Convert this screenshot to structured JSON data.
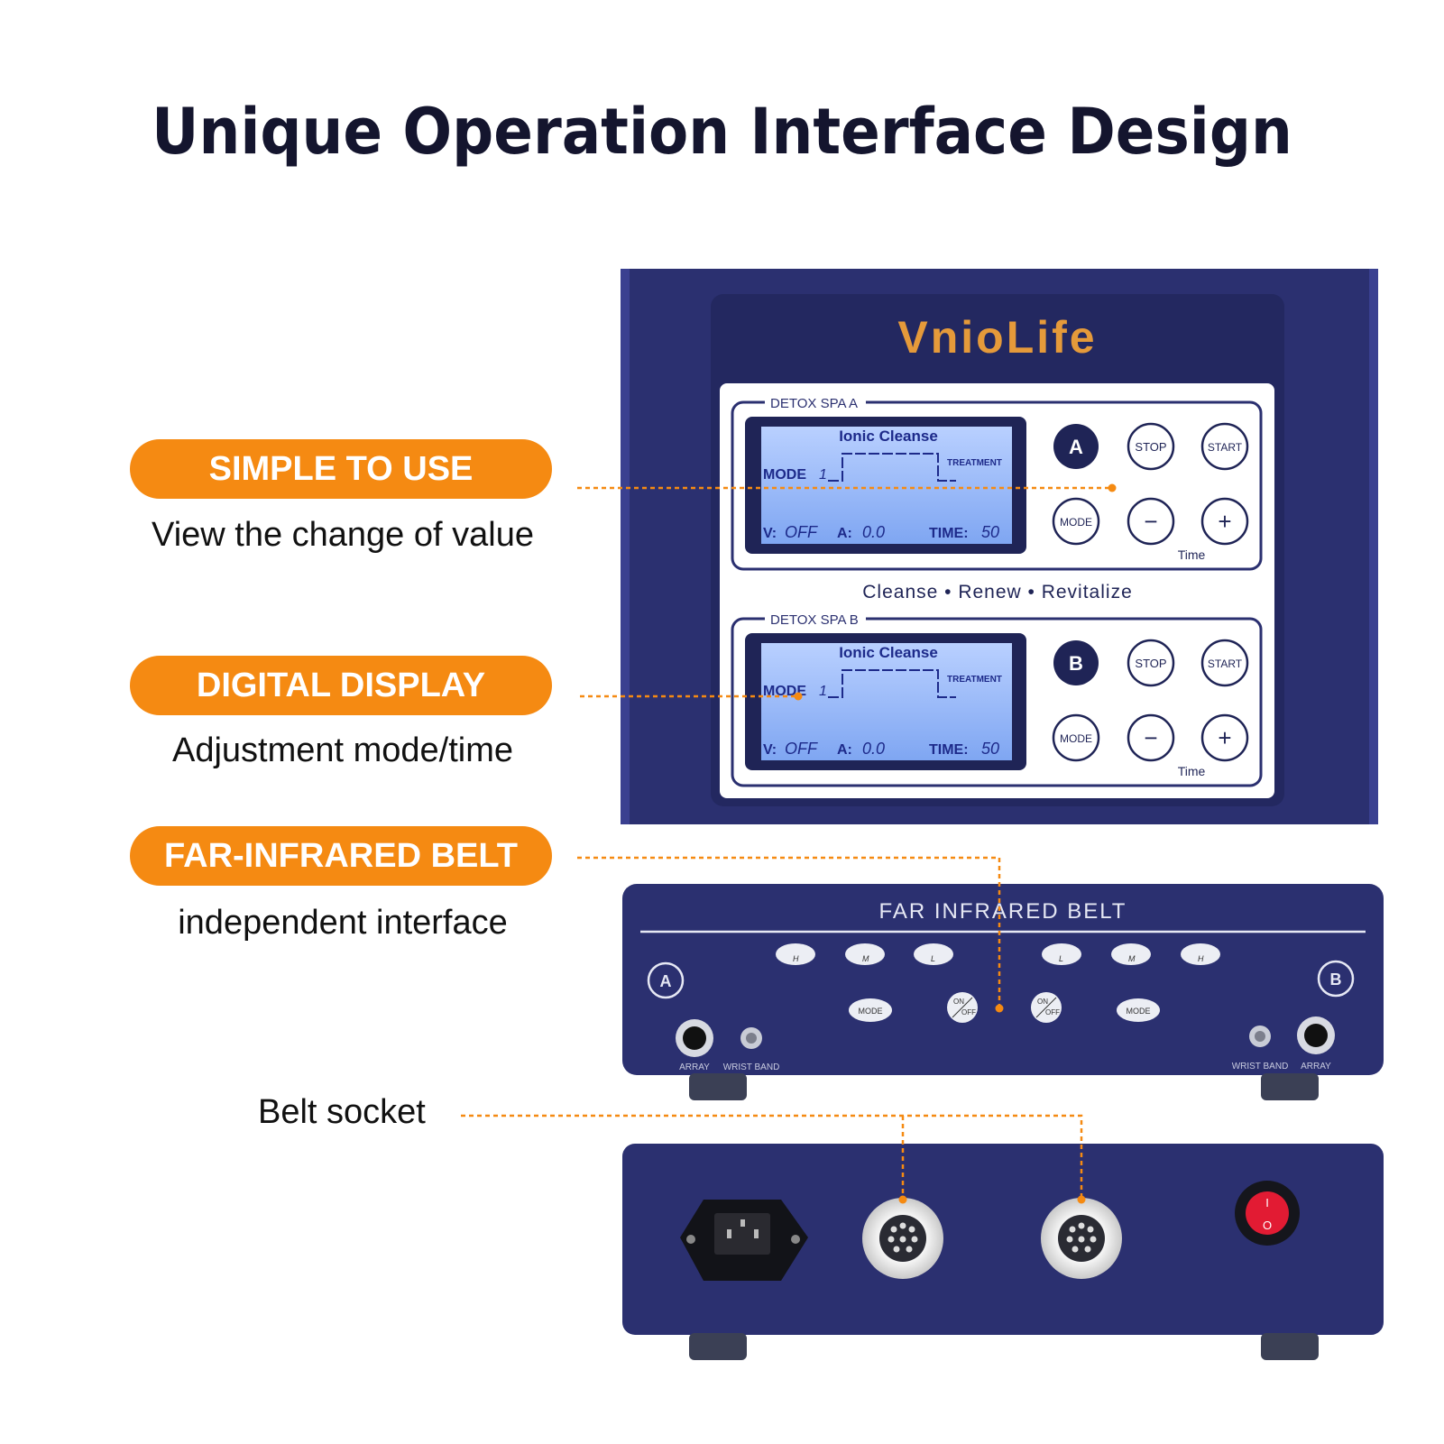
{
  "title": "Unique Operation Interface Design",
  "features": [
    {
      "label": "SIMPLE TO USE",
      "desc": "View the change of value"
    },
    {
      "label": "DIGITAL DISPLAY",
      "desc": "Adjustment mode/time"
    },
    {
      "label": "FAR-INFRARED BELT",
      "desc": "independent interface"
    }
  ],
  "belt_socket_label": "Belt socket",
  "accent_color": "#f58a12",
  "device_color": "#2a2f6e",
  "front_panel": {
    "brand": "VnioLife",
    "tagline": "Cleanse • Renew • Revitalize",
    "spa_a": {
      "label": "DETOX SPA A",
      "lcd_title": "Ionic Cleanse",
      "mode_label": "MODE",
      "mode_value": "1",
      "treatment": "TREATMENT",
      "v_label": "V:",
      "v_value": "OFF",
      "a_label": "A:",
      "a_value": "0.0",
      "time_label": "TIME:",
      "time_value": "50",
      "channel": "A",
      "stop": "STOP",
      "start": "START",
      "mode_btn": "MODE",
      "minus": "−",
      "plus": "+",
      "time_caption": "Time"
    },
    "spa_b": {
      "label": "DETOX SPA B",
      "lcd_title": "Ionic Cleanse",
      "mode_label": "MODE",
      "mode_value": "1",
      "treatment": "TREATMENT",
      "v_label": "V:",
      "v_value": "OFF",
      "a_label": "A:",
      "a_value": "0.0",
      "time_label": "TIME:",
      "time_value": "50",
      "channel": "B",
      "stop": "STOP",
      "start": "START",
      "mode_btn": "MODE",
      "minus": "−",
      "plus": "+",
      "time_caption": "Time"
    }
  },
  "belt_panel": {
    "title": "FAR INFRARED  BELT",
    "left_levels": [
      "H",
      "M",
      "L"
    ],
    "right_levels": [
      "L",
      "M",
      "H"
    ],
    "channel_a": "A",
    "channel_b": "B",
    "mode": "MODE",
    "on_off_on": "ON",
    "on_off_off": "OFF",
    "array": "ARRAY",
    "wrist_band": "WRIST BAND"
  },
  "rear_panel": {
    "switch_on": "I",
    "switch_off": "O"
  }
}
